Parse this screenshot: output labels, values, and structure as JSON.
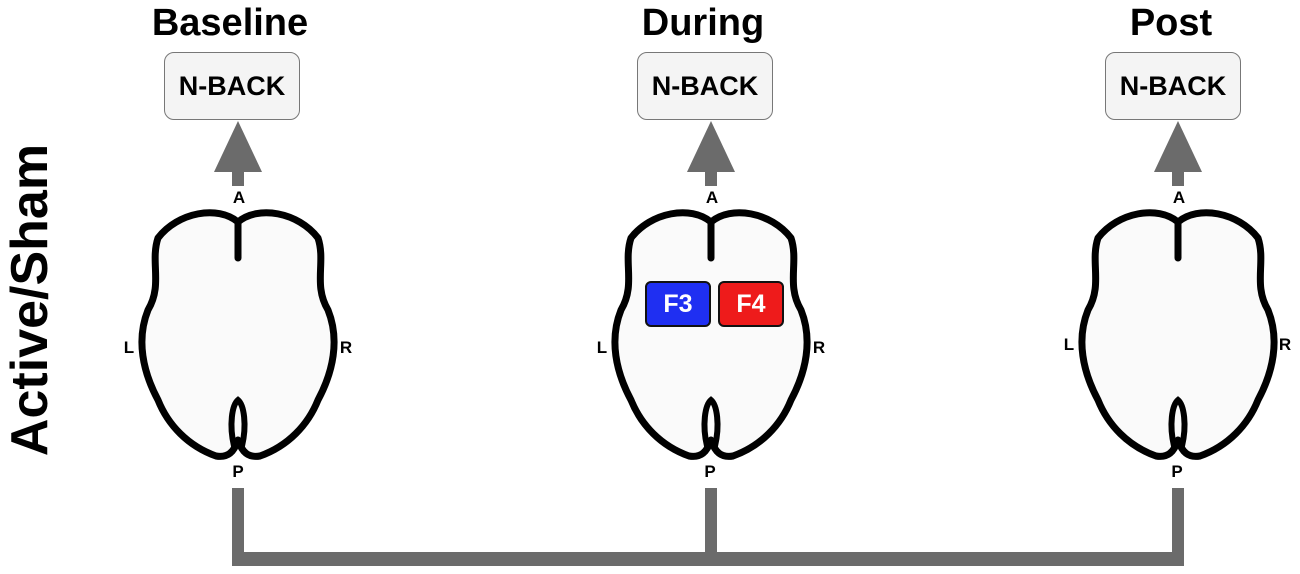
{
  "side_label": "Active/Sham",
  "phases": [
    {
      "title": "Baseline",
      "task": "N-BACK"
    },
    {
      "title": "During",
      "task": "N-BACK"
    },
    {
      "title": "Post",
      "task": "N-BACK"
    }
  ],
  "directions": {
    "anterior": "A",
    "posterior": "P",
    "left": "L",
    "right": "R"
  },
  "electrodes": [
    {
      "label": "F3",
      "color": "#1f2ff2"
    },
    {
      "label": "F4",
      "color": "#ee1b1b"
    }
  ],
  "colors": {
    "arrow": "#6b6b6b",
    "outline": "#000000",
    "head_fill": "#fafafa",
    "box_fill": "#f4f4f4"
  }
}
